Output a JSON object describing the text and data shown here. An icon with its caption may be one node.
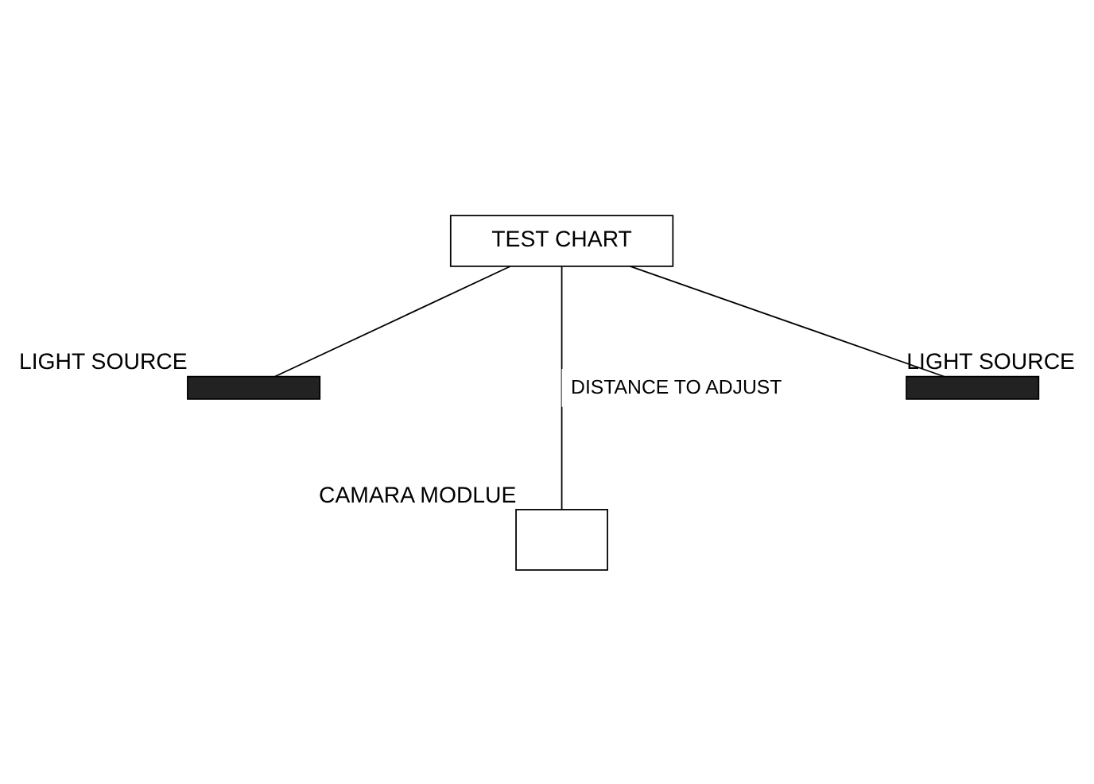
{
  "diagram": {
    "nodes": [
      {
        "text": [
          "TEST CHART"
        ]
      },
      {
        "text": [],
        "shape": "bar",
        "beside": [
          "LIGHT SOURCE"
        ]
      },
      {
        "text": [],
        "shape": "box",
        "beside": [
          "CAMARA MODLUE"
        ]
      },
      {
        "text": [],
        "shape": "bar",
        "beside": [
          "LIGHT SOURCE"
        ]
      }
    ],
    "edges": [
      {
        "from": 0,
        "to": 1,
        "arrow": "none"
      },
      {
        "from": 0,
        "to": 2,
        "arrow": "none",
        "label": "DISTANCE TO ADJUST"
      },
      {
        "from": 0,
        "to": 3,
        "arrow": "none"
      }
    ]
  }
}
